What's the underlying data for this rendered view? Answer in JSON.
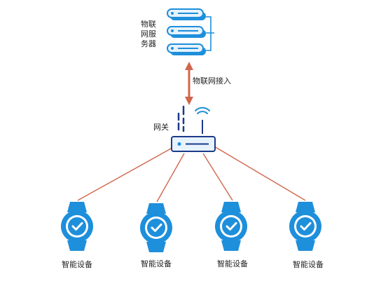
{
  "server": {
    "label": "物联网服务器",
    "icon": "server-stack-icon"
  },
  "link": {
    "label": "物联网接入",
    "icon": "double-arrow-icon"
  },
  "gateway": {
    "label": "网关",
    "icon": "router-icon"
  },
  "devices": [
    {
      "label": "智能设备",
      "icon": "smartwatch-check-icon"
    },
    {
      "label": "智能设备",
      "icon": "smartwatch-check-icon"
    },
    {
      "label": "智能设备",
      "icon": "smartwatch-check-icon"
    },
    {
      "label": "智能设备",
      "icon": "smartwatch-check-icon"
    }
  ],
  "colors": {
    "primary_blue": "#1e8fdb",
    "light_blue": "#e6f3fc",
    "navy": "#1c3a8a",
    "connector": "#d0674c"
  }
}
